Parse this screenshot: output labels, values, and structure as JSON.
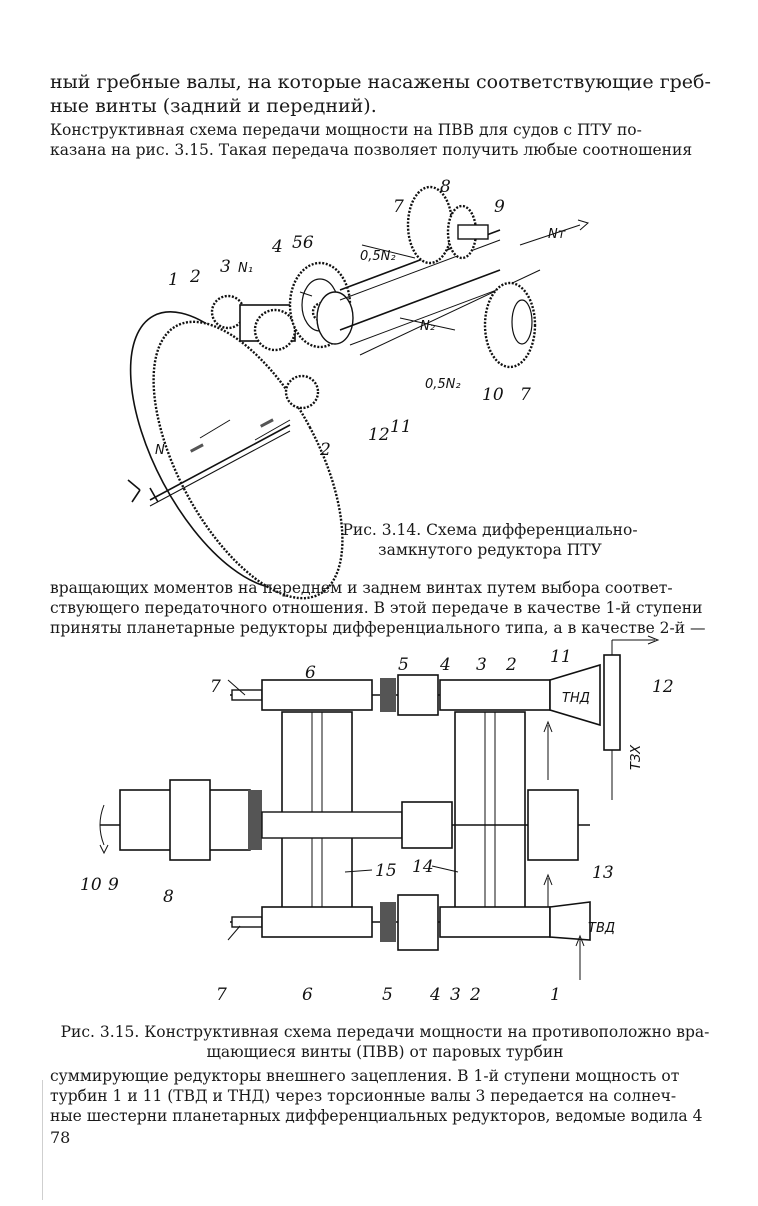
{
  "page": {
    "paragraphs": [
      "ный гребные валы, на которые насажены соответствующие греб-\nные винты (задний и передний).",
      "     Конструктивная схема передачи мощности на ПВВ для судов с ПТУ по-\nказана на рис. 3.15. Такая передача позволяет получить любые соотношения",
      "вращающих моментов на переднем и заднем винтах путем выбора соответ-\nствующего передаточного отношения. В этой передаче в качестве 1-й ступени\nприняты планетарные редукторы дифференциального типа, а в качестве 2-й —",
      "суммирующие редукторы внешнего зацепления. В 1-й ступени мощность от\nтурбин 1 и 11 (ТВД и ТНД) через торсионные валы 3 передается на солнеч-\nные шестерни планетарных дифференциальных редукторов, ведомые водила 4"
    ],
    "page_number": "78"
  },
  "figure_3_14": {
    "caption": "Рис. 3.14. Схема дифференциально-\nзамкнутого редуктора ПТУ",
    "labels": {
      "l1": "1",
      "l2a": "2",
      "l2b": "2",
      "l3": "3",
      "n1": "N₁",
      "l4": "4",
      "l56": "56",
      "l7a": "7",
      "l7b": "7",
      "l8": "8",
      "l9": "9",
      "nt": "Nт",
      "n05a": "0,5N₂",
      "n2": "N₂",
      "n05b": "0,5N₂",
      "l10": "10",
      "l11": "11",
      "l12": "12",
      "n": "N"
    }
  },
  "figure_3_15": {
    "caption": "Рис. 3.15. Конструктивная схема передачи мощности на противоположно вра-\nщающиеся винты (ПВВ) от паровых турбин",
    "labels": {
      "t7": "7",
      "t6": "6",
      "t5": "5",
      "t4": "4",
      "t3": "3",
      "t2": "2",
      "t11": "11",
      "t12": "12",
      "tnd": "ТНД",
      "tzx": "ТЗХ",
      "l10": "10",
      "l9": "9",
      "l8": "8",
      "l15": "15",
      "l14": "14",
      "l13": "13",
      "tvd": "ТВД",
      "b7": "7",
      "b6": "6",
      "b5": "5",
      "b4": "4",
      "b3": "3",
      "b2": "2",
      "b1": "1"
    }
  }
}
